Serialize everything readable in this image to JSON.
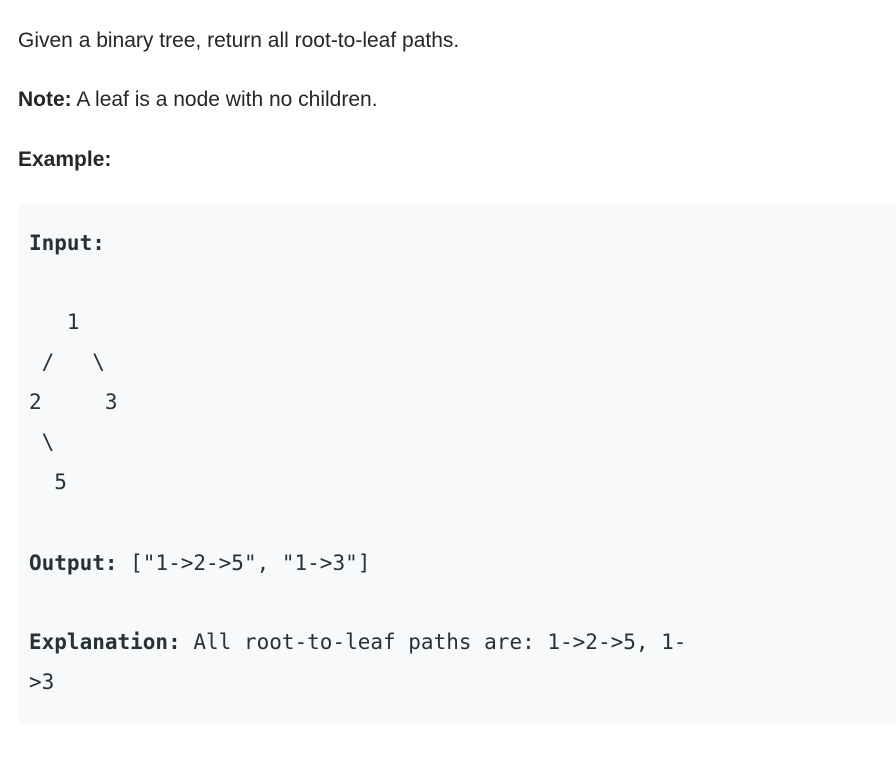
{
  "description": {
    "intro": "Given a binary tree, return all root-to-leaf paths.",
    "note_label": "Note:",
    "note_text": " A leaf is a node with no children.",
    "example_label": "Example:"
  },
  "example": {
    "input_label": "Input:",
    "tree_lines": [
      "   1",
      " /   \\",
      "2     3",
      " \\",
      "  5"
    ],
    "output_label": "Output:",
    "output_value": " [\"1->2->5\", \"1->3\"]",
    "explanation_label": "Explanation:",
    "explanation_text": " All root-to-leaf paths are: 1->2->5, 1-",
    "explanation_wrap": ">3"
  }
}
